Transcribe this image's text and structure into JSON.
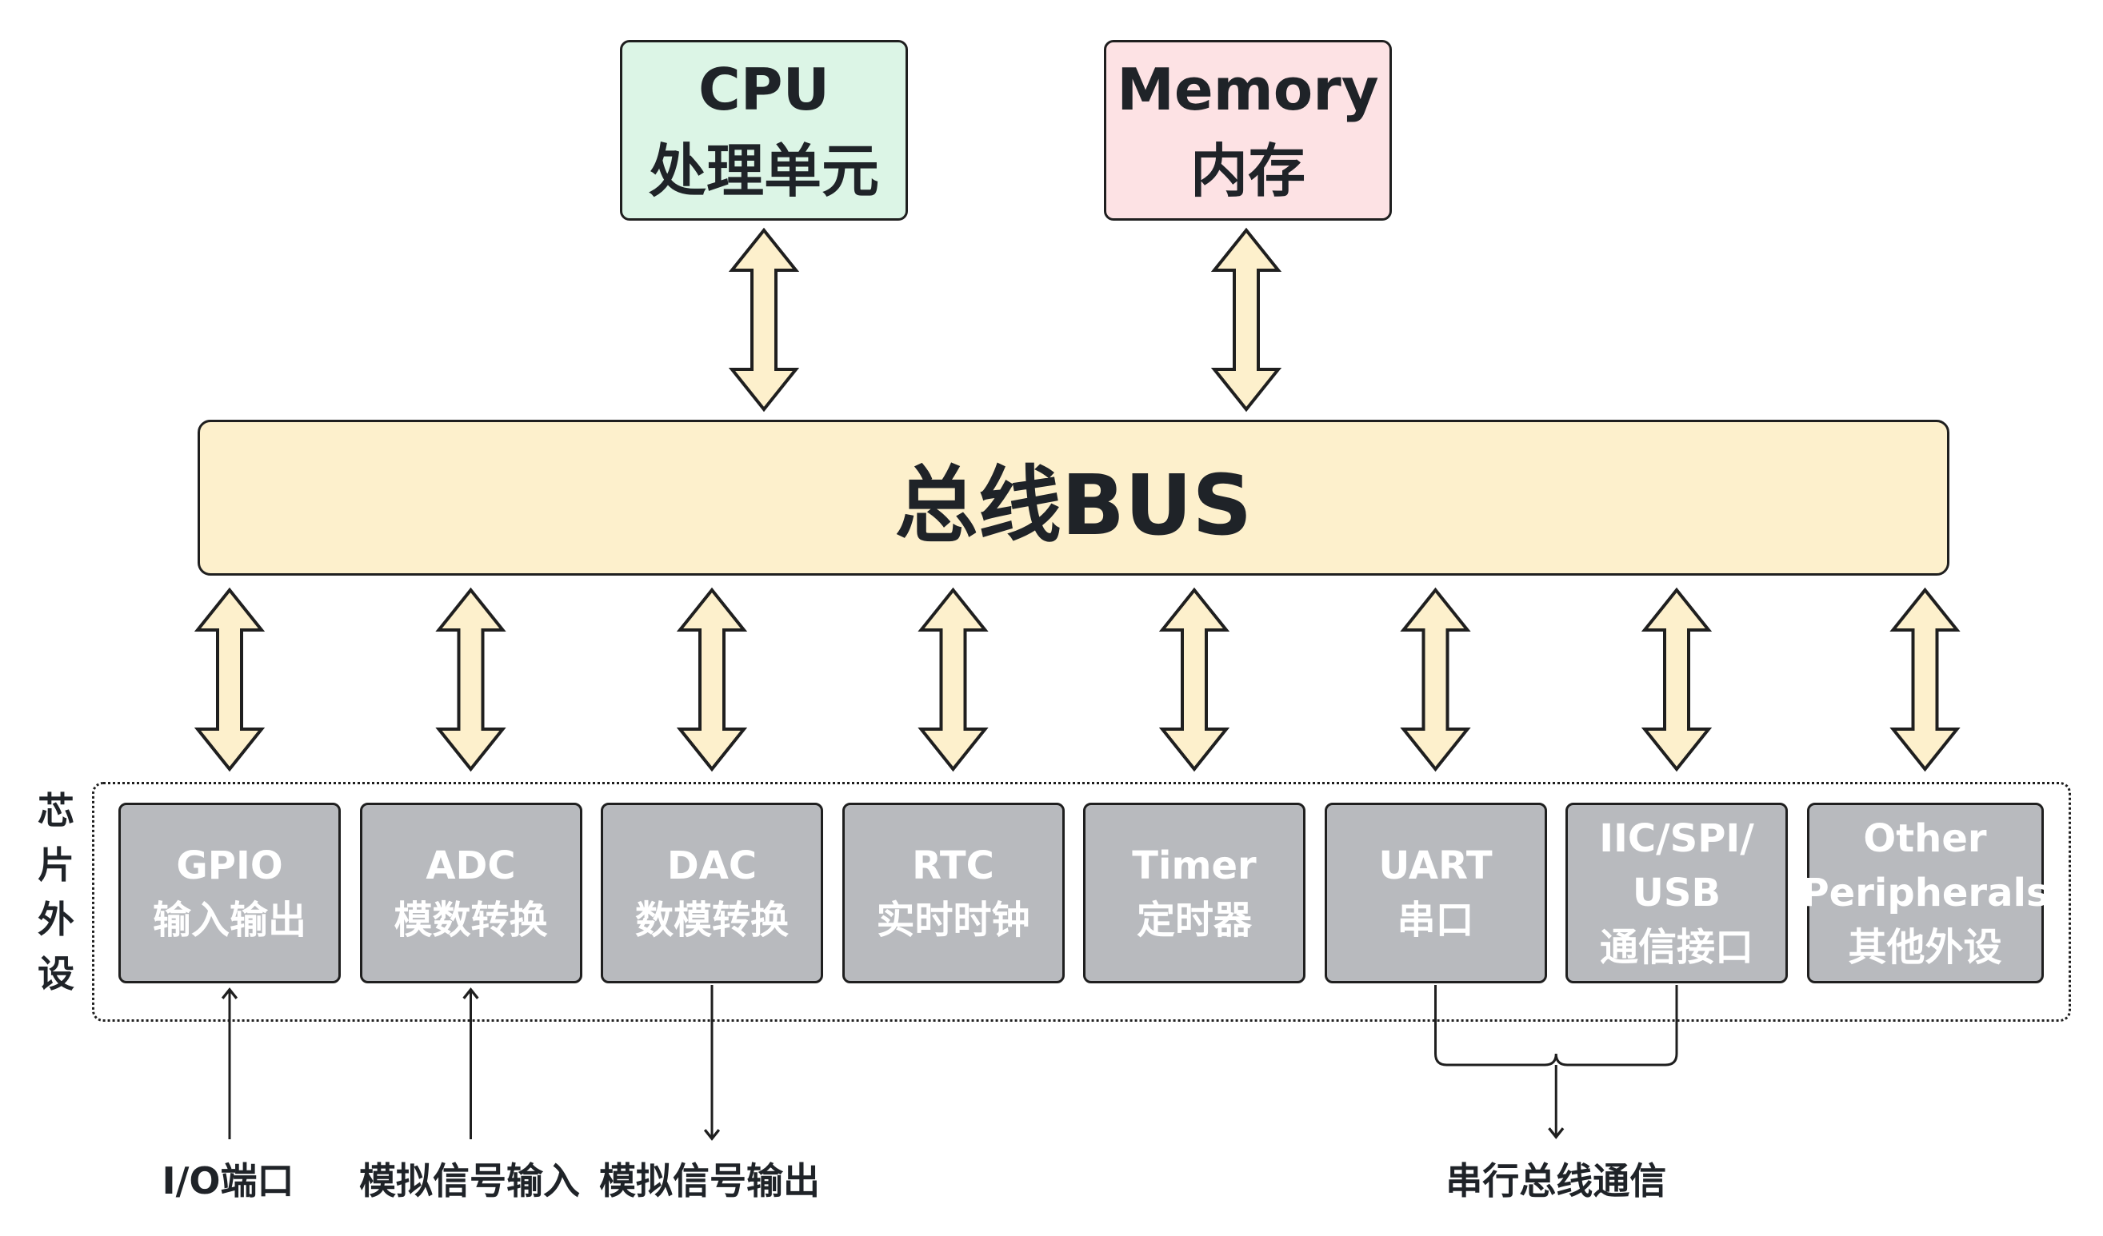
{
  "colors": {
    "cpu_fill": "#dcf5e6",
    "memory_fill": "#fde2e4",
    "bus_fill": "#fdf0cc",
    "arrow_fill": "#fdf0cc",
    "peripheral_fill": "#b8babe",
    "outline": "#1f1f1f"
  },
  "cpu": {
    "title": "CPU",
    "subtitle": "处理单元"
  },
  "memory": {
    "title": "Memory",
    "subtitle": "内存"
  },
  "bus": {
    "label": "总线BUS"
  },
  "peripheral_group": {
    "label": "芯片外设"
  },
  "peripherals": [
    {
      "lines": [
        "GPIO",
        "输入输出"
      ]
    },
    {
      "lines": [
        "ADC",
        "模数转换"
      ]
    },
    {
      "lines": [
        "DAC",
        "数模转换"
      ]
    },
    {
      "lines": [
        "RTC",
        "实时时钟"
      ]
    },
    {
      "lines": [
        "Timer",
        "定时器"
      ]
    },
    {
      "lines": [
        "UART",
        "串口"
      ]
    },
    {
      "lines": [
        "IIC/SPI/",
        "USB",
        "通信接口"
      ]
    },
    {
      "lines": [
        "Other",
        "Peripherals",
        "其他外设"
      ]
    }
  ],
  "external_labels": {
    "io_port": "I/O端口",
    "analog_in": "模拟信号输入",
    "analog_out": "模拟信号输出",
    "serial_bus": "串行总线通信"
  }
}
